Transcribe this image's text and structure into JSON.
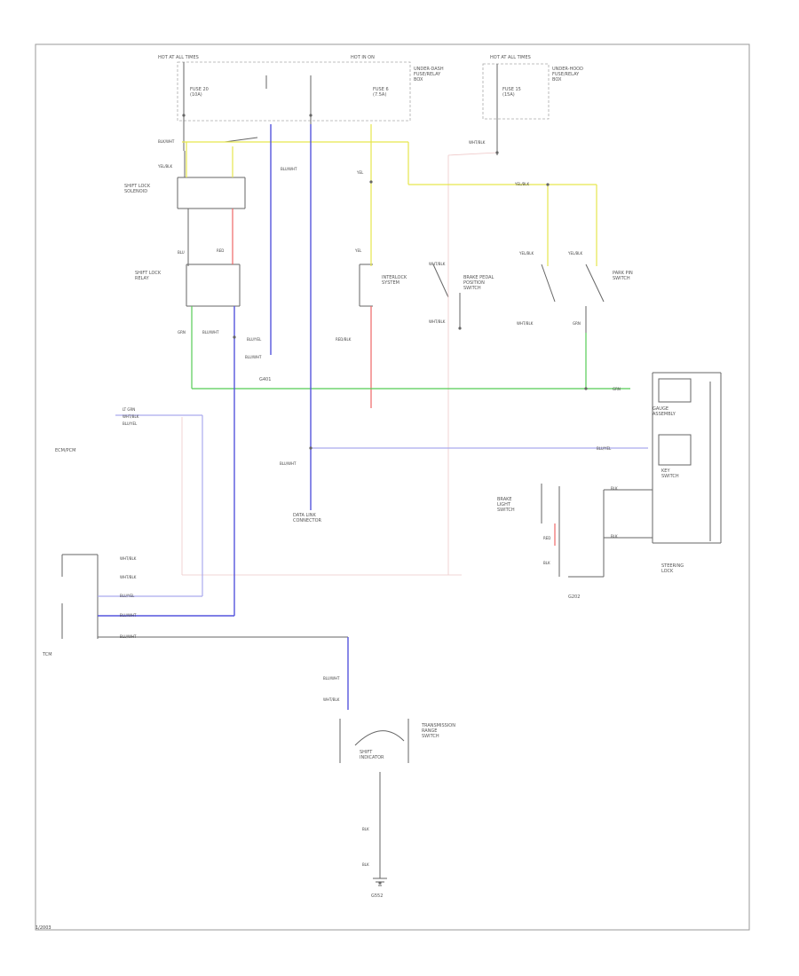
{
  "colors": {
    "frame": "#9a9a9a",
    "wire_black": "#666666",
    "wire_blue": "#5555dd",
    "wire_blue_light": "#aaaaee",
    "wire_yellow": "#e6e64d",
    "wire_green": "#55cc55",
    "wire_red": "#ee6666",
    "wire_pink_light": "#eec8c8"
  },
  "labels": {
    "top_left_fuse": "HOT AT ALL TIMES",
    "top_mid_fuse": "HOT IN ON",
    "top_right_fuse": "HOT AT ALL TIMES",
    "relay_box_upper": "UNDER-DASH\nFUSE/RELAY\nBOX",
    "relay_box_lower": "UNDER-HOOD\nFUSE/RELAY\nBOX",
    "fuse_a": "FUSE 20\n(10A)",
    "fuse_b": "FUSE 6\n(7.5A)",
    "fuse_c": "FUSE 15\n(15A)",
    "shift_lock_solenoid": "SHIFT LOCK\nSOLENOID",
    "shift_lock_relay": "SHIFT LOCK\nRELAY",
    "brake_switch": "BRAKE PEDAL\nPOSITION\nSWITCH",
    "park_pin_switch": "PARK PIN\nSWITCH",
    "ground_a": "G401",
    "ground_b": "G202",
    "ground_c": "G552",
    "ecm_pcm": "ECM/PCM",
    "tcm": "TCM",
    "transmission_range": "TRANSMISSION\nRANGE\nSWITCH",
    "shift_indicator": "SHIFT\nINDICATOR",
    "interlock": "INTERLOCK\nSYSTEM",
    "key_switch": "KEY\nSWITCH",
    "gauge_assembly": "GAUGE\nASSEMBLY",
    "data_link": "DATA LINK\nCONNECTOR",
    "brake_light": "BRAKE\nLIGHT\nSWITCH",
    "steering_lock": "STEERING\nLOCK",
    "figure_code": "1/2003"
  },
  "wire_labels": {
    "w1": "BLK/WHT",
    "w2": "YEL/BLK",
    "w3": "BLU/WHT",
    "w4": "GRN",
    "w5": "RED/BLK",
    "w6": "BLU/YEL",
    "w7": "LT GRN",
    "w8": "WHT/BLK",
    "w9": "BLK",
    "w10": "RED",
    "w11": "BLU",
    "w12": "YEL"
  }
}
